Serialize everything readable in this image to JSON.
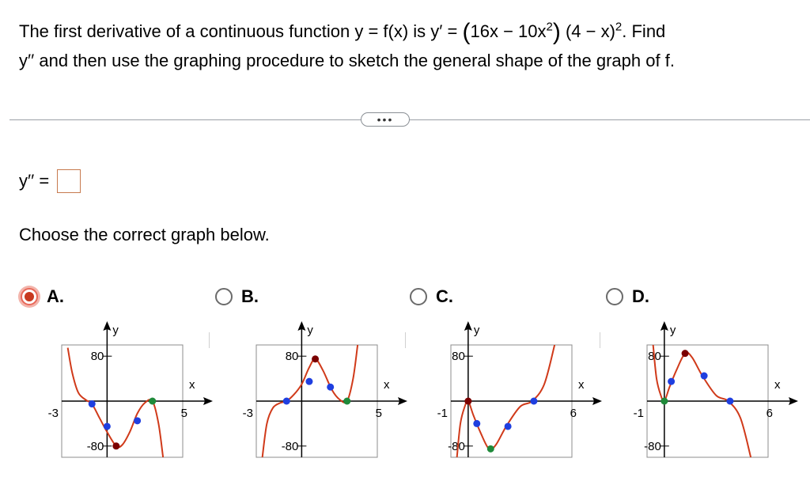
{
  "question": {
    "part1": "The first derivative of a continuous function y = f(x) is y′ = ",
    "paren_open": "(",
    "factor1": "16x − 10x",
    "exp2": "2",
    "paren_close": ")",
    "factor2": " (4 − x)",
    "exp2b": "2",
    "part2": ". Find",
    "line2": "y′′ and then use the graphing procedure to sketch the general shape of the graph of f."
  },
  "more_label": "•••",
  "answer_label": "y′′ =",
  "prompt": "Choose the correct graph below.",
  "colors": {
    "curve": "#d03a1a",
    "inflection": "#1f3fe0",
    "extremum": "#7a0000",
    "endpoint": "#1f8a3a",
    "axis": "#000000",
    "frame": "#8c8c8c"
  },
  "options": [
    {
      "label": "A.",
      "selected": true,
      "chart_data": {
        "type": "line",
        "xlim": [
          -3,
          5
        ],
        "ylim": [
          -100,
          100
        ],
        "xlabel": "x",
        "ylabel": "y",
        "x_ticks": [
          "-3",
          "5"
        ],
        "y_ticks": [
          "80",
          "-80"
        ],
        "curve": [
          [
            -2.6,
            95
          ],
          [
            -2.3,
            50
          ],
          [
            -1.9,
            15
          ],
          [
            -1.4,
            2
          ],
          [
            -1,
            -5
          ],
          [
            -0.5,
            -30
          ],
          [
            0,
            -55
          ],
          [
            0.6,
            -80
          ],
          [
            1,
            -78
          ],
          [
            1.5,
            -55
          ],
          [
            2,
            -22
          ],
          [
            2.5,
            -3
          ],
          [
            3,
            0
          ],
          [
            3.4,
            -40
          ],
          [
            3.7,
            -100
          ]
        ],
        "points": [
          {
            "x": -1,
            "y": -5,
            "kind": "inflection"
          },
          {
            "x": 0,
            "y": -45,
            "kind": "inflection"
          },
          {
            "x": 0.6,
            "y": -80,
            "kind": "extremum"
          },
          {
            "x": 2,
            "y": -35,
            "kind": "inflection"
          },
          {
            "x": 3,
            "y": 0,
            "kind": "endpoint"
          }
        ]
      }
    },
    {
      "label": "B.",
      "selected": false,
      "chart_data": {
        "type": "line",
        "xlim": [
          -3,
          5
        ],
        "ylim": [
          -100,
          100
        ],
        "xlabel": "x",
        "ylabel": "y",
        "x_ticks": [
          "-3",
          "5"
        ],
        "y_ticks": [
          "80",
          "-80"
        ],
        "curve": [
          [
            -2.6,
            -100
          ],
          [
            -2.3,
            -40
          ],
          [
            -1.9,
            -12
          ],
          [
            -1.4,
            -3
          ],
          [
            -1,
            0
          ],
          [
            -0.5,
            12
          ],
          [
            0,
            30
          ],
          [
            0.5,
            60
          ],
          [
            0.9,
            75
          ],
          [
            1.4,
            55
          ],
          [
            2,
            20
          ],
          [
            2.5,
            3
          ],
          [
            3,
            0
          ],
          [
            3.4,
            40
          ],
          [
            3.7,
            100
          ]
        ],
        "points": [
          {
            "x": -1,
            "y": 0,
            "kind": "inflection"
          },
          {
            "x": 0.5,
            "y": 35,
            "kind": "inflection"
          },
          {
            "x": 0.9,
            "y": 75,
            "kind": "extremum"
          },
          {
            "x": 1.9,
            "y": 25,
            "kind": "inflection"
          },
          {
            "x": 3,
            "y": 0,
            "kind": "endpoint"
          }
        ]
      }
    },
    {
      "label": "C.",
      "selected": false,
      "chart_data": {
        "type": "line",
        "xlim": [
          -1,
          6
        ],
        "ylim": [
          -100,
          100
        ],
        "xlabel": "x",
        "ylabel": "y",
        "x_ticks": [
          "-1",
          "6"
        ],
        "y_ticks": [
          "80",
          "-80"
        ],
        "curve": [
          [
            -0.65,
            -100
          ],
          [
            -0.45,
            -40
          ],
          [
            -0.2,
            -10
          ],
          [
            0,
            0
          ],
          [
            0.3,
            -25
          ],
          [
            0.7,
            -55
          ],
          [
            1.2,
            -85
          ],
          [
            1.6,
            -78
          ],
          [
            2.2,
            -45
          ],
          [
            3,
            -10
          ],
          [
            3.7,
            0
          ],
          [
            4.4,
            30
          ],
          [
            5,
            100
          ]
        ],
        "points": [
          {
            "x": 0,
            "y": 0,
            "kind": "extremum"
          },
          {
            "x": 0.5,
            "y": -40,
            "kind": "inflection"
          },
          {
            "x": 1.3,
            "y": -85,
            "kind": "endpoint"
          },
          {
            "x": 2.3,
            "y": -45,
            "kind": "inflection"
          },
          {
            "x": 3.8,
            "y": 0,
            "kind": "inflection"
          }
        ]
      }
    },
    {
      "label": "D.",
      "selected": false,
      "chart_data": {
        "type": "line",
        "xlim": [
          -1,
          6
        ],
        "ylim": [
          -100,
          100
        ],
        "xlabel": "x",
        "ylabel": "y",
        "x_ticks": [
          "-1",
          "6"
        ],
        "y_ticks": [
          "80",
          "-80"
        ],
        "curve": [
          [
            -0.65,
            100
          ],
          [
            -0.45,
            40
          ],
          [
            -0.2,
            10
          ],
          [
            0,
            0
          ],
          [
            0.3,
            25
          ],
          [
            0.7,
            55
          ],
          [
            1.2,
            85
          ],
          [
            1.6,
            78
          ],
          [
            2.2,
            45
          ],
          [
            3,
            10
          ],
          [
            3.7,
            0
          ],
          [
            4.4,
            -30
          ],
          [
            5,
            -100
          ]
        ],
        "points": [
          {
            "x": 0,
            "y": 0,
            "kind": "endpoint"
          },
          {
            "x": 0.4,
            "y": 35,
            "kind": "inflection"
          },
          {
            "x": 1.2,
            "y": 85,
            "kind": "extremum"
          },
          {
            "x": 2.3,
            "y": 45,
            "kind": "inflection"
          },
          {
            "x": 3.8,
            "y": 0,
            "kind": "inflection"
          }
        ]
      }
    }
  ]
}
